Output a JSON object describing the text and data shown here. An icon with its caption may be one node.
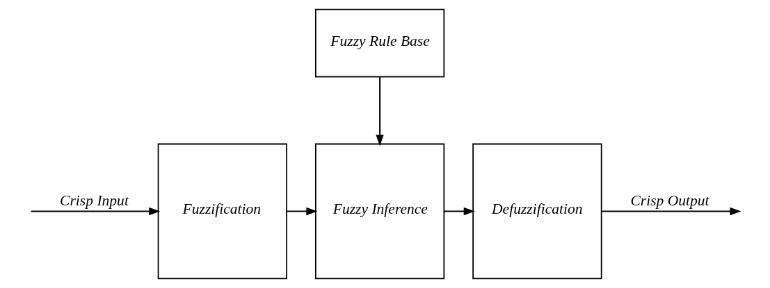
{
  "diagram": {
    "nodes": [
      {
        "text": [
          "Fuzzy Rule Base"
        ]
      },
      {
        "text": [
          "Fuzzification"
        ]
      },
      {
        "text": [
          "Fuzzy Inference"
        ]
      },
      {
        "text": [
          "Defuzzification"
        ]
      }
    ],
    "edges": [
      {
        "from": null,
        "to": 1,
        "arrow": "to",
        "label": "Crisp Input"
      },
      {
        "from": 1,
        "to": 2,
        "arrow": "to"
      },
      {
        "from": 0,
        "to": 2,
        "arrow": "to"
      },
      {
        "from": 2,
        "to": 3,
        "arrow": "to"
      },
      {
        "from": 3,
        "to": null,
        "arrow": "to",
        "label": "Crisp Output"
      }
    ]
  }
}
